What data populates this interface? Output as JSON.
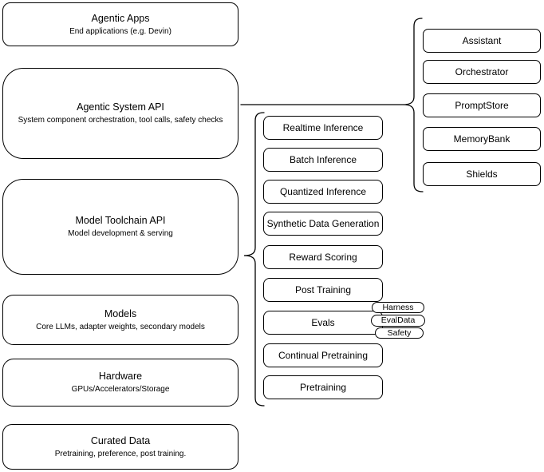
{
  "diagram": {
    "left_column": [
      {
        "title": "Agentic Apps",
        "subtitle": "End applications (e.g. Devin)"
      },
      {
        "title": "Agentic System API",
        "subtitle": "System component orchestration, tool calls, safety checks"
      },
      {
        "title": "Model Toolchain API",
        "subtitle": "Model development & serving"
      },
      {
        "title": "Models",
        "subtitle": "Core LLMs, adapter weights, secondary models"
      },
      {
        "title": "Hardware",
        "subtitle": "GPUs/Accelerators/Storage"
      },
      {
        "title": "Curated Data",
        "subtitle": "Pretraining, preference, post training."
      }
    ],
    "toolchain_capabilities": [
      "Realtime Inference",
      "Batch Inference",
      "Quantized Inference",
      "Synthetic Data Generation",
      "Reward Scoring",
      "Post Training",
      "Evals",
      "Continual Pretraining",
      "Pretraining"
    ],
    "eval_tags": [
      "Harness",
      "EvalData",
      "Safety"
    ],
    "system_components": [
      "Assistant",
      "Orchestrator",
      "PromptStore",
      "MemoryBank",
      "Shields"
    ],
    "colors": {
      "stroke": "#000000",
      "fill": "#ffffff",
      "text": "#000000",
      "background": "#ffffff"
    }
  }
}
